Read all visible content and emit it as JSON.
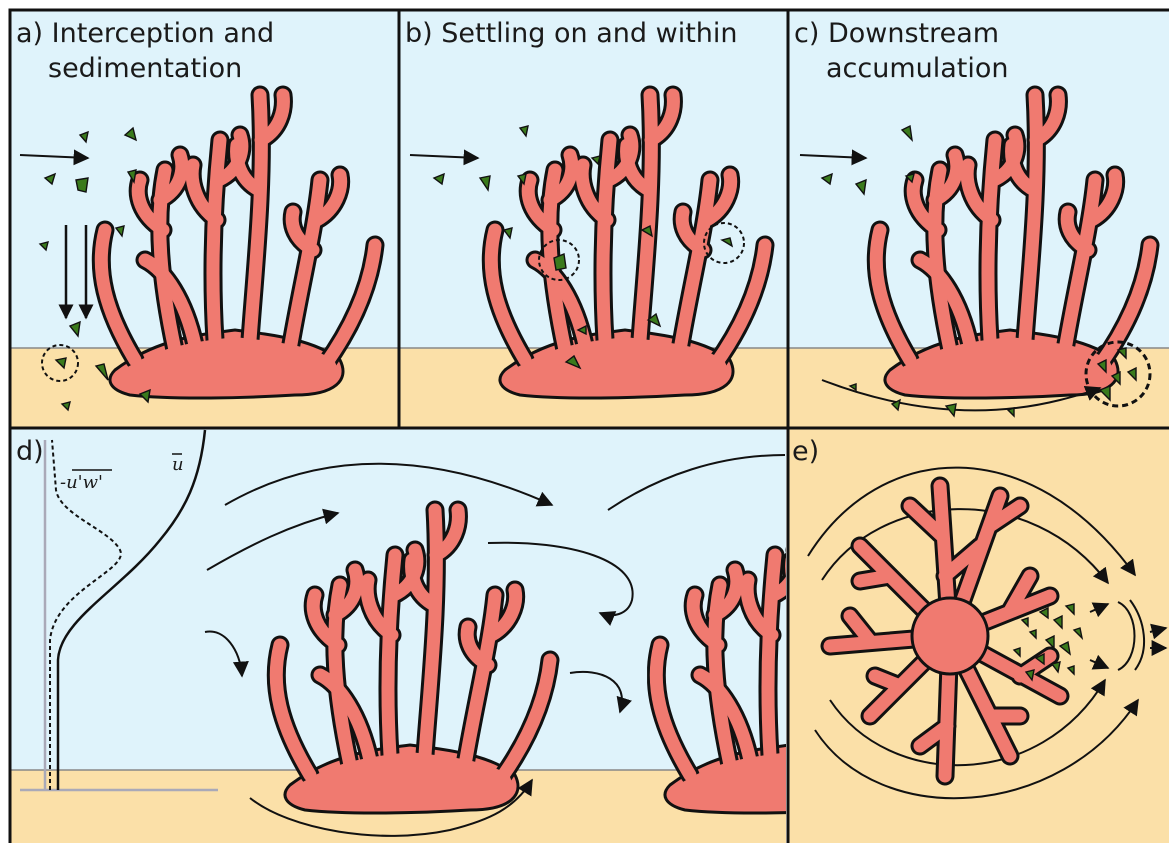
{
  "panels": {
    "a": {
      "label_line1": "a) Interception and",
      "label_line2": "sedimentation"
    },
    "b": {
      "label_line1": "b) Settling on and within"
    },
    "c": {
      "label_line1": "c) Downstream",
      "label_line2": "accumulation"
    },
    "d": {
      "label": "d)",
      "stress_label": "-u'w'",
      "velocity_label": "u"
    },
    "e": {
      "label": "e)"
    }
  },
  "colors": {
    "water": "#dff3fb",
    "sediment": "#fbe0a8",
    "coral": "#f07a70",
    "particle": "#3a7a1c",
    "outline": "#111111"
  }
}
